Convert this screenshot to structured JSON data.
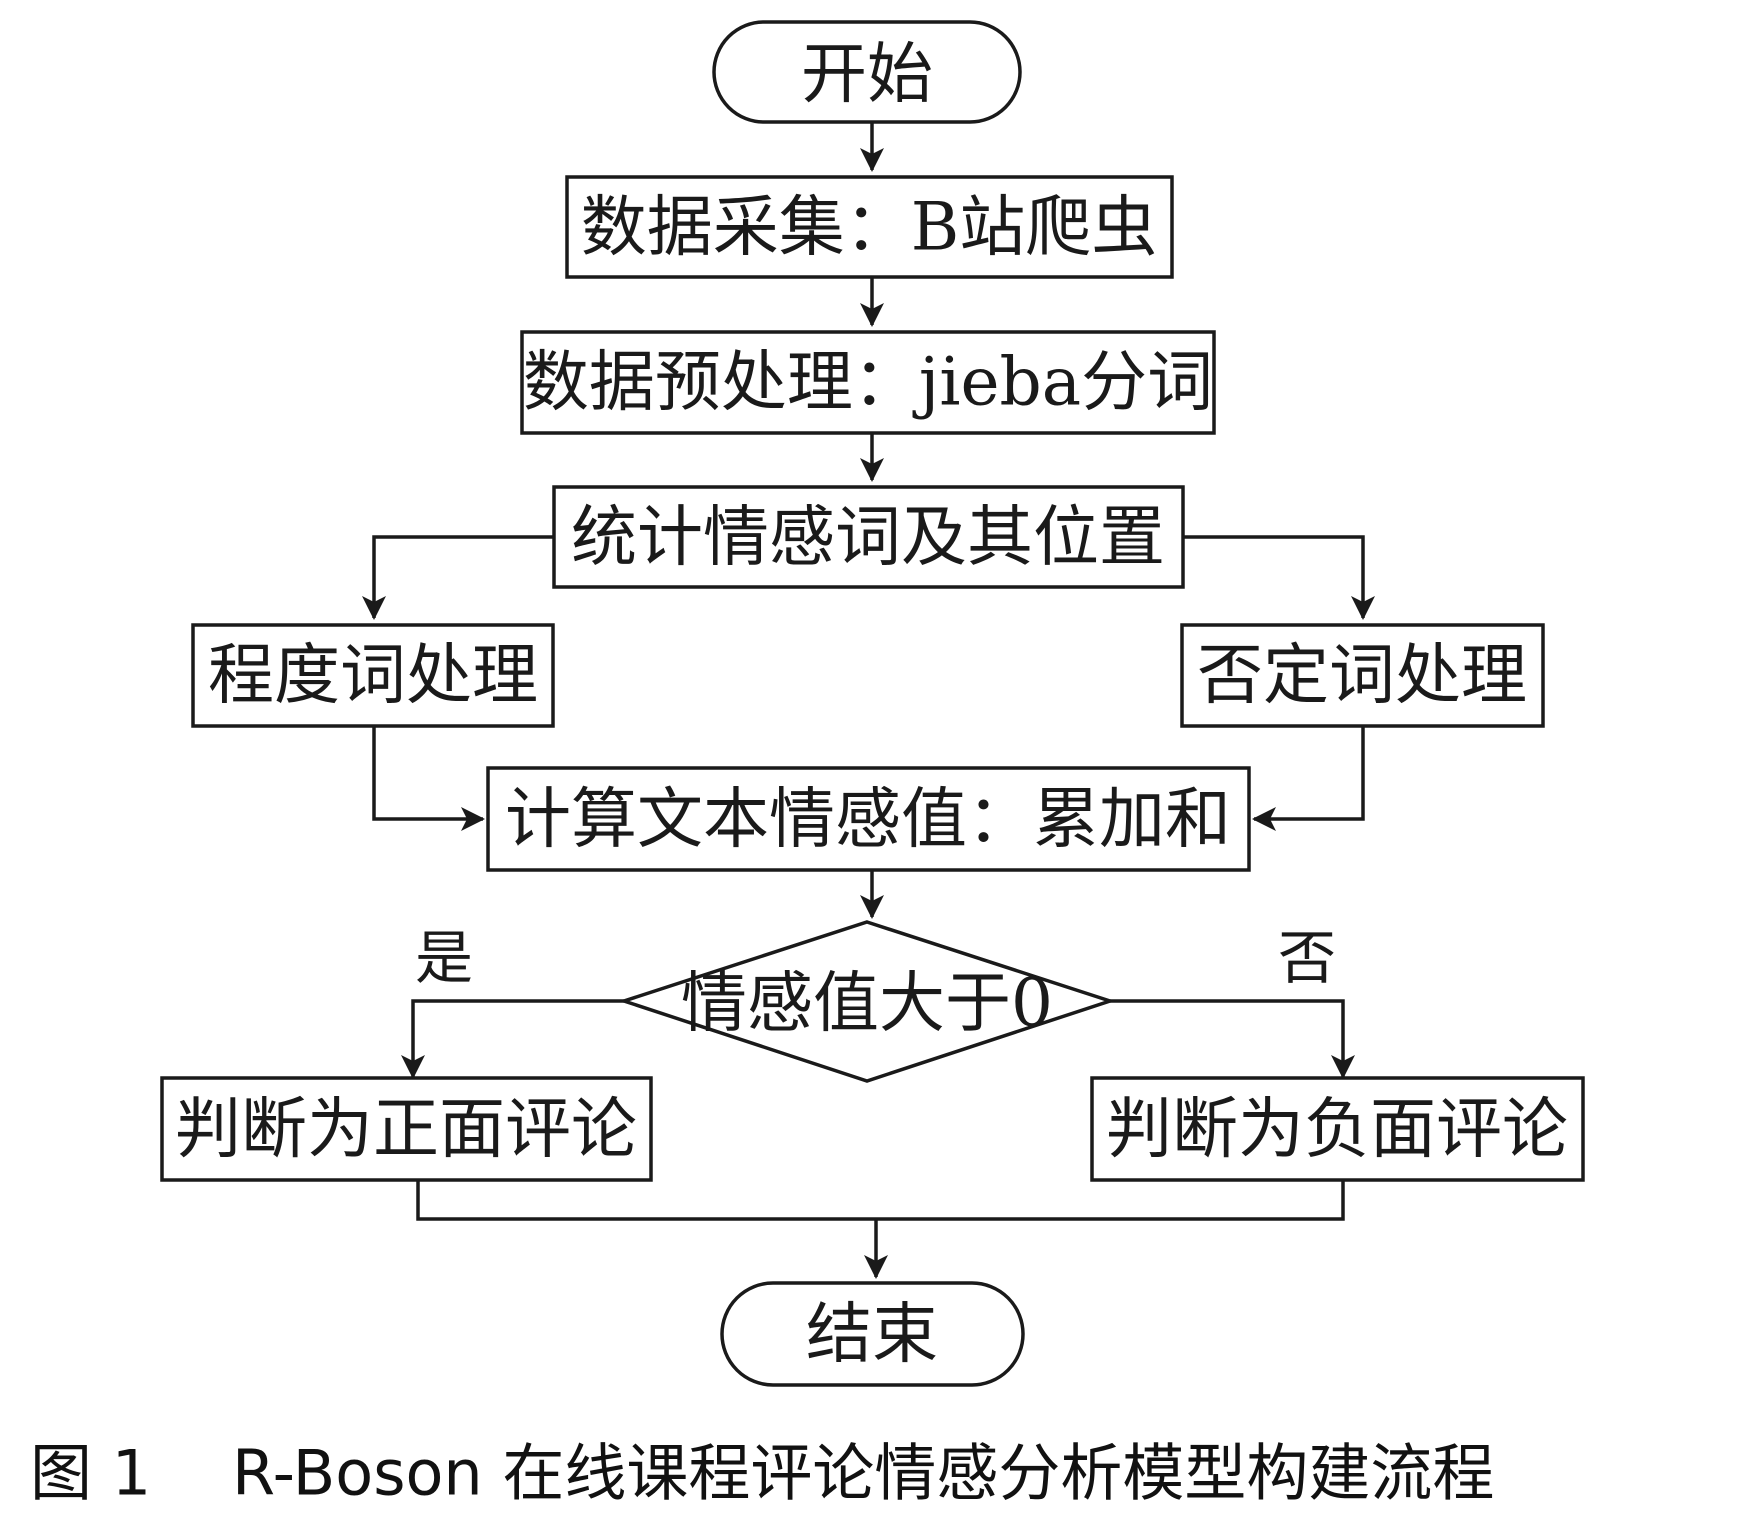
{
  "nodes": {
    "start": "开始",
    "collect": "数据采集：B站爬虫",
    "preprocess": "数据预处理：jieba分词",
    "stat": "统计情感词及其位置",
    "degree": "程度词处理",
    "negation": "否定词处理",
    "compute": "计算文本情感值：累加和",
    "decision": "情感值大于0",
    "positive": "判断为正面评论",
    "negative": "判断为负面评论",
    "end": "结束"
  },
  "edge_labels": {
    "yes": "是",
    "no": "否"
  },
  "caption": {
    "figure_no": "图 1",
    "title": "R-Boson 在线课程评论情感分析模型构建流程"
  }
}
